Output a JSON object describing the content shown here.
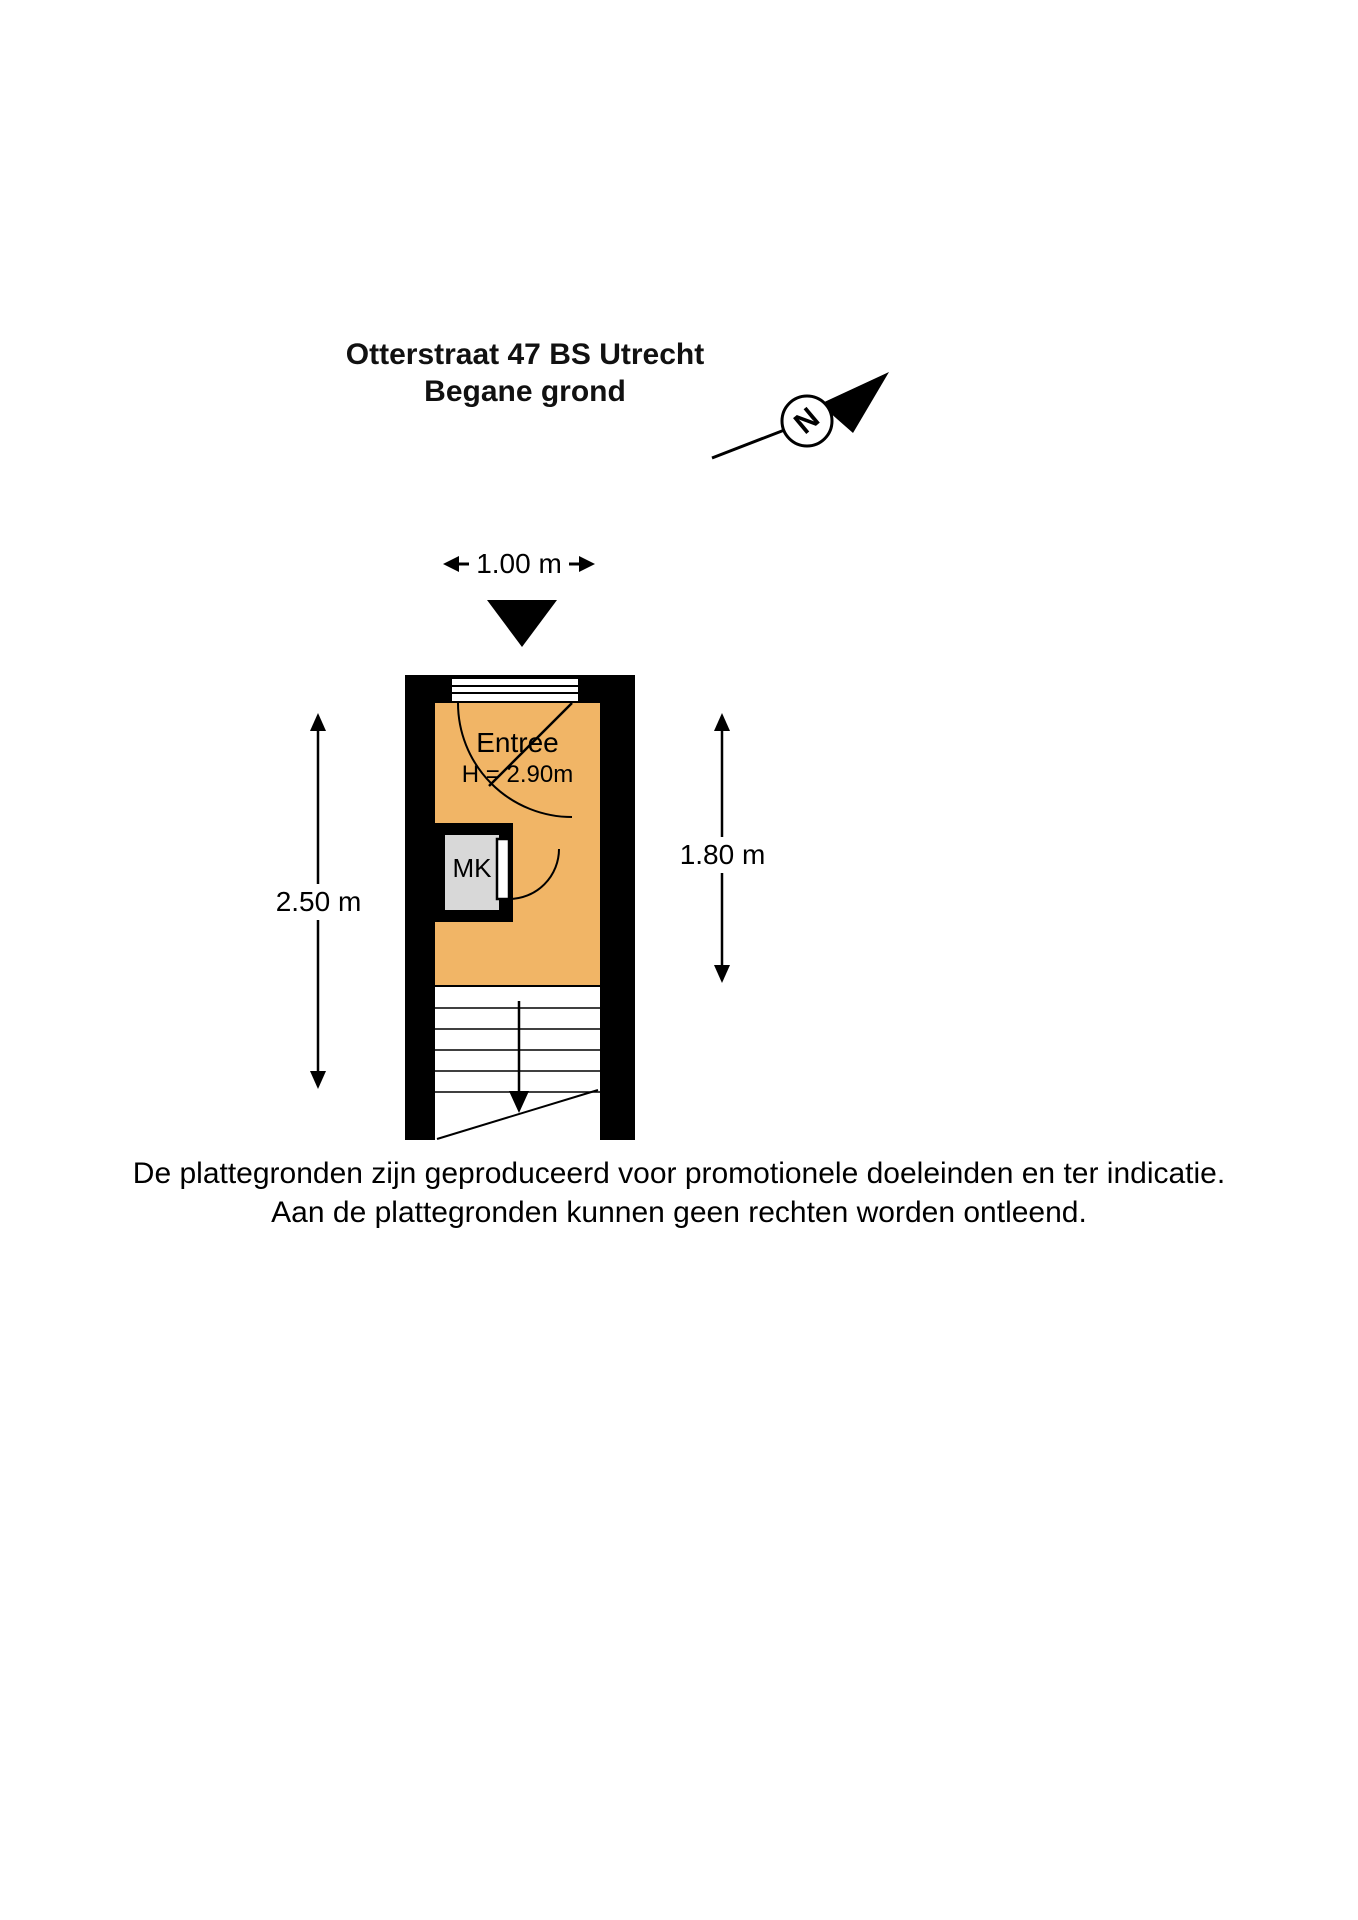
{
  "title": {
    "address": "Otterstraat 47 BS Utrecht",
    "floor": "Begane grond"
  },
  "compass": {
    "north_label": "N"
  },
  "dimensions": {
    "top_width": "1.00 m",
    "left_height": "2.50 m",
    "right_height": "1.80 m"
  },
  "plan": {
    "entree_label": "Entree",
    "entree_ceiling_height": "H = 2.90m",
    "mk_label": "MK"
  },
  "disclaimer": {
    "line1": "De plattegronden zijn geproduceerd voor promotionele doeleinden en ter indicatie.",
    "line2": "Aan de plattegronden kunnen geen rechten worden ontleend."
  },
  "colors": {
    "floor": "#F1B566",
    "wall": "#000000",
    "mk_fill": "#D8D8D8"
  }
}
